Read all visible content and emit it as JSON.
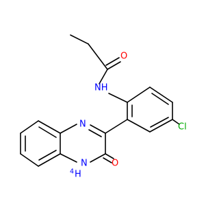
{
  "molecule": {
    "atoms": {
      "O_amide": {
        "text": "O",
        "element": "O"
      },
      "NH_amide": {
        "text": "NH",
        "element": "N"
      },
      "Cl": {
        "text": "Cl",
        "element": "Cl"
      },
      "N_ring": {
        "text": "N",
        "element": "N"
      },
      "O_lactam": {
        "text": "O",
        "element": "O"
      },
      "NH_lactam": {
        "text": "NH",
        "element": "N"
      },
      "H_lactam_prefix": {
        "text": "H",
        "element": "H"
      },
      "H_lactam_sub": {
        "text": "4",
        "element": "H"
      }
    },
    "colors": {
      "O": "#ff0000",
      "N": "#0000ff",
      "Cl": "#00aa00",
      "C": "#000000",
      "H": "#000000"
    }
  }
}
